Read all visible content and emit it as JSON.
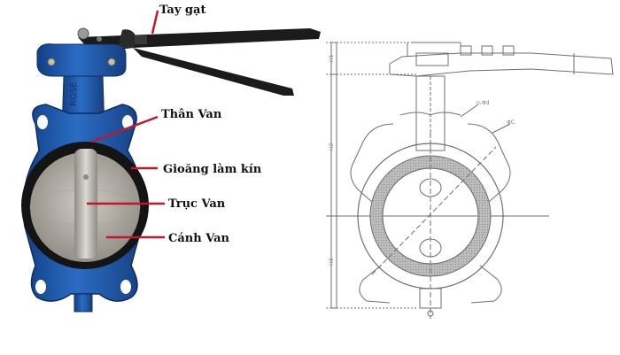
{
  "labels": {
    "handle": "Tay gạt",
    "body": "Thân Van",
    "seal": "Gioăng làm kín",
    "stem": "Trục Van",
    "disc": "Cánh Van"
  },
  "drawing_dims": {
    "d1": "n-Φd",
    "d2": "ΦC",
    "h1": "H1",
    "h2": "H2",
    "h3": "H3"
  },
  "colors": {
    "body_blue": "#1f5fb0",
    "pointer_red": "#c0182a",
    "seal_black": "#141414",
    "disc_steel": "#b9b4ab",
    "line_gray": "#6f6f6f"
  }
}
